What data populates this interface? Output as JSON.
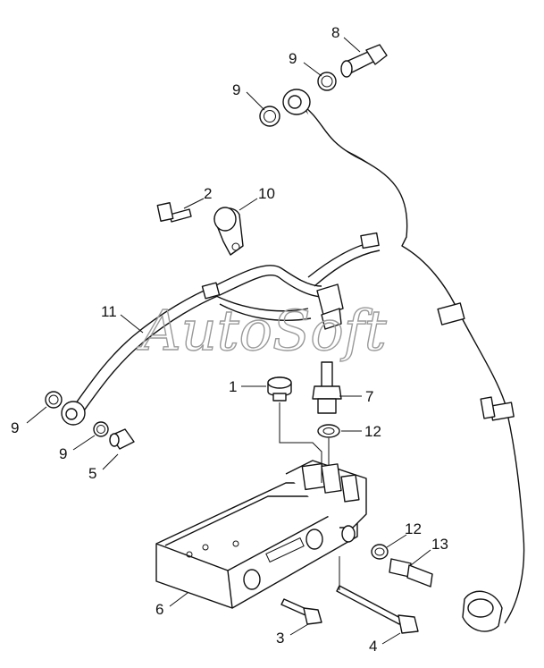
{
  "watermark": "AutoSoft",
  "callouts": {
    "c1": "1",
    "c2": "2",
    "c3": "3",
    "c4": "4",
    "c5": "5",
    "c6": "6",
    "c7": "7",
    "c8": "8",
    "c9a": "9",
    "c9b": "9",
    "c9c": "9",
    "c9d": "9",
    "c10": "10",
    "c11": "11",
    "c12a": "12",
    "c12b": "12",
    "c13": "13"
  },
  "colors": {
    "line": "#111111",
    "watermark": "#9a9a9a",
    "background": "#ffffff"
  }
}
